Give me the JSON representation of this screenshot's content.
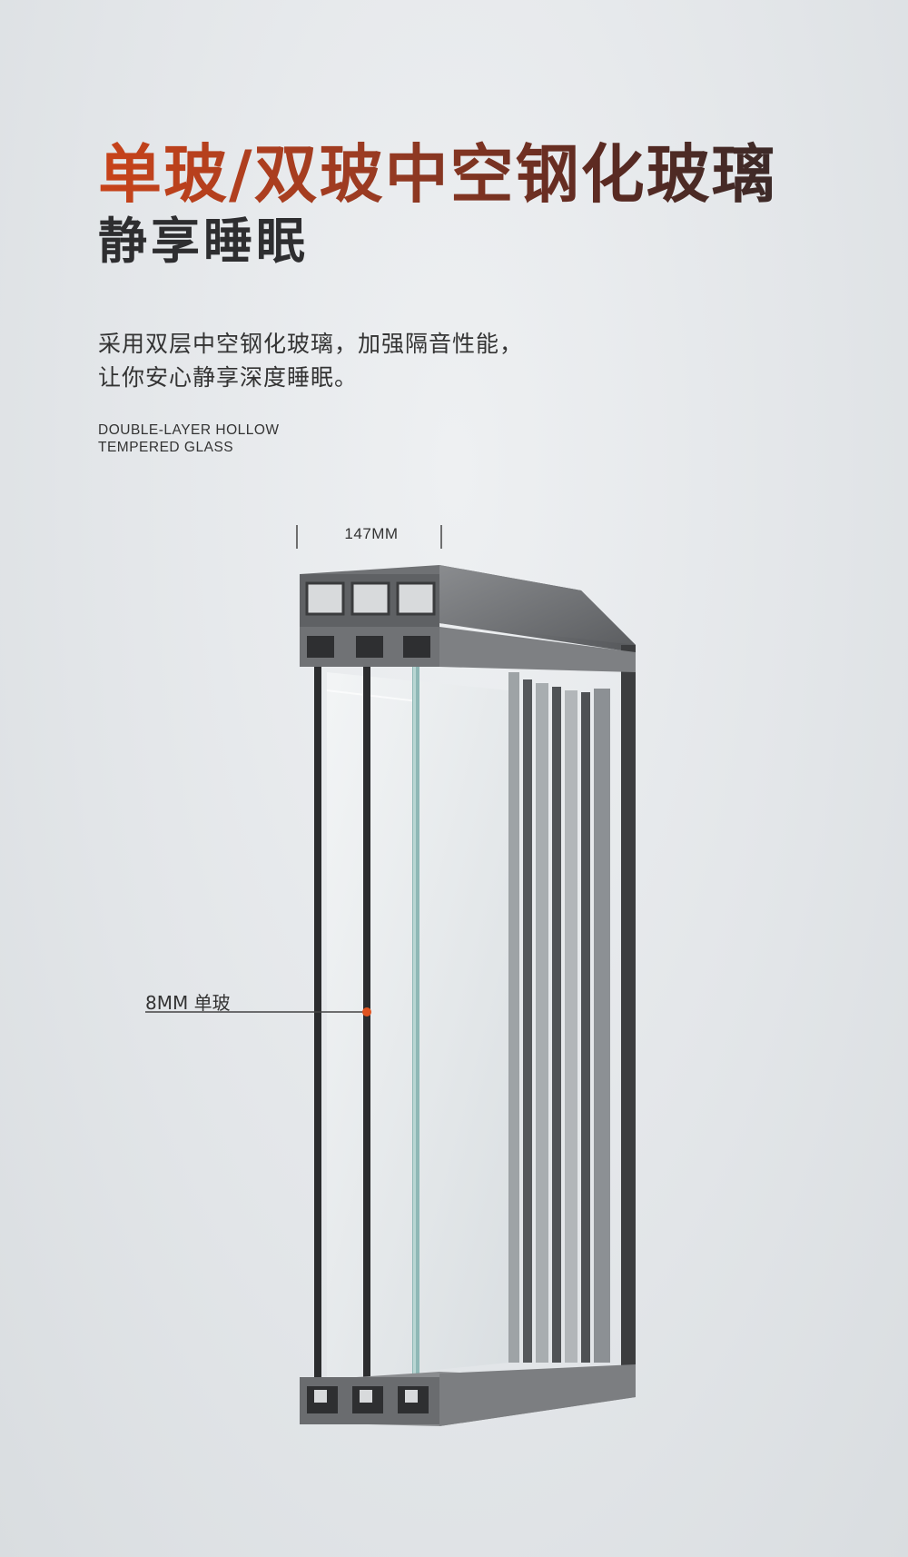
{
  "headline": "单玻/双玻中空钢化玻璃",
  "subheadline": "静享睡眠",
  "description": {
    "line1": "采用双层中空钢化玻璃，加强隔音性能，",
    "line2": "让你安心静享深度睡眠。"
  },
  "english_label": {
    "line1": "DOUBLE-LAYER HOLLOW",
    "line2": "TEMPERED GLASS"
  },
  "dimension_label": "147MM",
  "glass_callout": "8MM 单玻",
  "colors": {
    "headline_start": "#c8431a",
    "headline_end": "#3c2a28",
    "frame_dark": "#4a4b4d",
    "frame_face": "#6d6f72",
    "glass_tint": "#8fb8b6",
    "callout_dot": "#e0531f"
  }
}
